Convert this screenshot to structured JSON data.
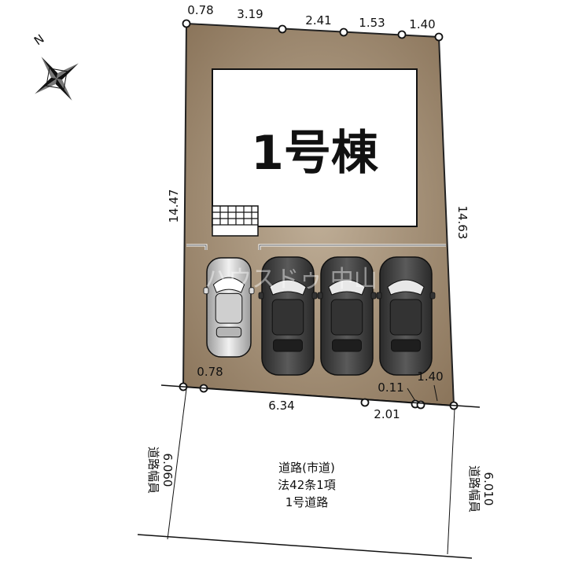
{
  "compass": {
    "label": "N",
    "icon": "north-arrow-icon"
  },
  "building": {
    "label": "1号棟"
  },
  "watermark": {
    "text": "ハウスドゥ 中山"
  },
  "dimensions": {
    "top": [
      "0.78",
      "3.19",
      "2.41",
      "1.53",
      "1.40"
    ],
    "left_side": "14.47",
    "right_side": "14.63",
    "bottom_left_corner": "0.78",
    "bottom_main": "6.34",
    "bottom_small": "2.01",
    "bottom_right_small": "0.11",
    "bottom_right_corner": "1.40"
  },
  "road": {
    "lines": [
      "道路(市道)",
      "法42条1項",
      "1号道路"
    ],
    "width_left_label": "道路幅員",
    "width_left_value": "6.060",
    "width_right_label": "道路幅員",
    "width_right_value": "6.010"
  },
  "colors": {
    "lot": "#9a8468",
    "lot_edge": "#7a6650",
    "parking_pad": "#b9a78f",
    "car_dark": "#3b3b3b",
    "car_light": "#d9d9d9",
    "outline": "#222222"
  },
  "cars": [
    {
      "id": "car-1",
      "color": "light"
    },
    {
      "id": "car-2",
      "color": "dark"
    },
    {
      "id": "car-3",
      "color": "dark"
    },
    {
      "id": "car-4",
      "color": "dark"
    }
  ]
}
